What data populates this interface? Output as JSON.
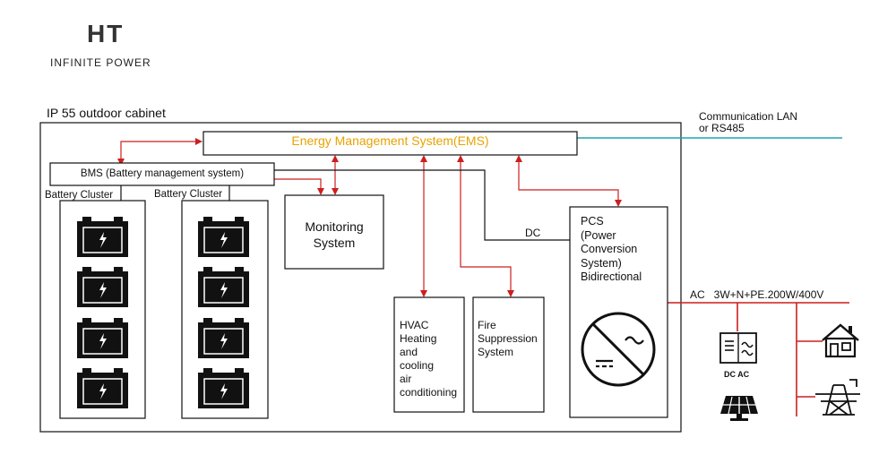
{
  "logo": {
    "mark": "HT",
    "tagline": "INFINITE POWER"
  },
  "cabinet": {
    "label": "IP 55 outdoor cabinet"
  },
  "ems": {
    "label": "Energy Management System(EMS)",
    "color": "#e8a300"
  },
  "bms": {
    "label": "BMS (Battery management system)"
  },
  "clusters": [
    {
      "label": "Battery Cluster"
    },
    {
      "label": "Battery Cluster"
    }
  ],
  "monitoring": {
    "line1": "Monitoring",
    "line2": "System"
  },
  "hvac": {
    "lines": [
      "HVAC",
      "Heating",
      "and",
      "cooling",
      "air",
      "conditioning"
    ]
  },
  "fire": {
    "lines": [
      "Fire",
      "Suppression",
      "System"
    ]
  },
  "pcs": {
    "lines": [
      "PCS",
      "(Power",
      "Conversion",
      "System)",
      "Bidirectional"
    ]
  },
  "dc_label": "DC",
  "ac_label": "AC   3W+N+PE.200W/400V",
  "comm": {
    "line1": "Communication LAN",
    "line2": "or RS485",
    "color": "#1aa5b5"
  },
  "inverter_label": "DC AC",
  "colors": {
    "arrow": "#cc1f1f",
    "line": "#111111"
  },
  "icons": [
    "battery-icon",
    "inverter-icon",
    "house-icon",
    "pylon-icon",
    "solar-panel-icon"
  ]
}
